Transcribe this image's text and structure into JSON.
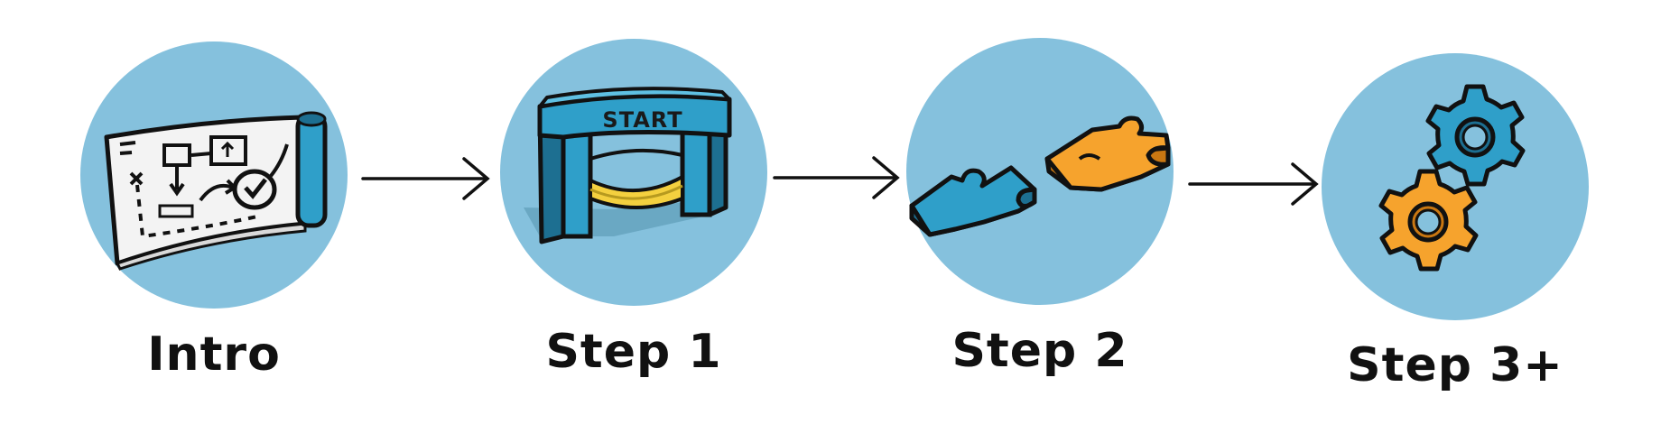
{
  "steps": [
    {
      "label": "Intro",
      "icon": "roadmap-scroll-icon"
    },
    {
      "label": "Step 1",
      "icon": "start-gate-icon"
    },
    {
      "label": "Step 2",
      "icon": "puzzle-pieces-icon"
    },
    {
      "label": "Step 3+",
      "icon": "gears-icon"
    }
  ],
  "gate_text": "START",
  "colors": {
    "circle": "#85c1dd",
    "blue": "#2f9fc9",
    "blue_dark": "#1d6f91",
    "orange": "#f6a32d",
    "orange_dark": "#c97712",
    "yellow": "#f4d03f",
    "outline": "#111111",
    "paper": "#f3f3f3"
  }
}
